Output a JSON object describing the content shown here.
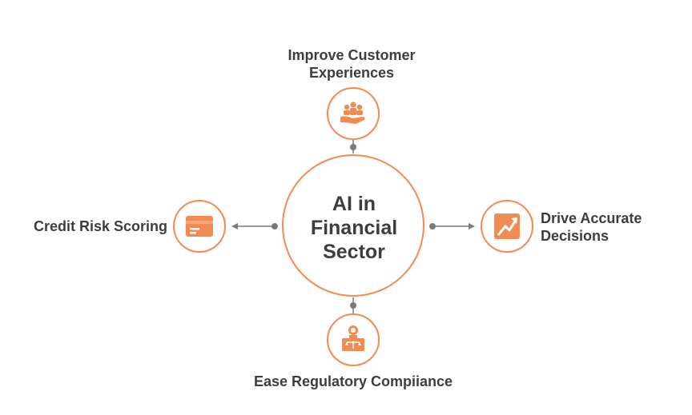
{
  "center": {
    "lines": [
      "AI in",
      "Financial",
      "Sector"
    ]
  },
  "nodes": {
    "top": {
      "lines": [
        "Improve Customer",
        "Experiences"
      ],
      "icon": "customer-care-icon"
    },
    "left": {
      "lines": [
        "Credit Risk Scoring"
      ],
      "icon": "credit-card-icon"
    },
    "right": {
      "lines": [
        "Drive Accurate",
        "Decisions"
      ],
      "icon": "growth-chart-icon"
    },
    "bottom": {
      "lines": [
        "Ease Regulatory Compiiance"
      ],
      "icon": "regulatory-scale-icon"
    }
  },
  "colors": {
    "accent": "#F28B52",
    "accent_light": "#F6A679",
    "text": "#3D3D3D",
    "connector": "#7A7A7A"
  }
}
